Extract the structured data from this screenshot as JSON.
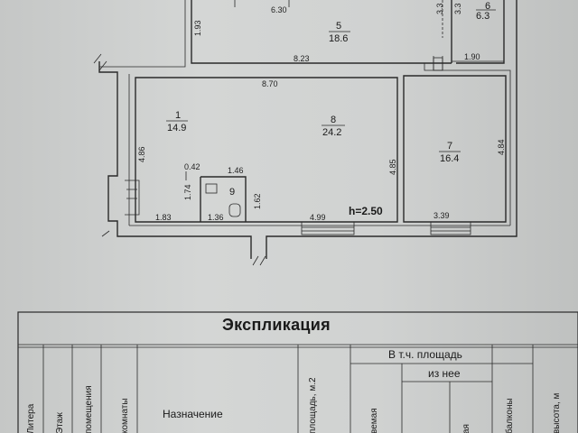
{
  "plan": {
    "dimensions": {
      "top_630": "6.30",
      "room5_height": "1.93",
      "room5_width": "8.23",
      "room6_h1": "3.3",
      "room6_h2": "3.3",
      "room6_w": "1.90",
      "top_870": "8.70",
      "left_486": "4.86",
      "d_042": "0.42",
      "d_146": "1.46",
      "d_174": "1.74",
      "d_162": "1.62",
      "d_183": "1.83",
      "d_136": "1.36",
      "d_485": "4.85",
      "d_499": "4.99",
      "d_339": "3.39",
      "d_484": "4.84"
    },
    "rooms": [
      {
        "number": "5",
        "area": "18.6"
      },
      {
        "number": "6",
        "area": "6.3"
      },
      {
        "number": "1",
        "area": "14.9"
      },
      {
        "number": "8",
        "area": "24.2"
      },
      {
        "number": "7",
        "area": "16.4"
      },
      {
        "number": "9",
        "area": ""
      }
    ],
    "ceiling_height": "h=2.50"
  },
  "table": {
    "title": "Экспликация",
    "group_header": "В т.ч. площадь",
    "sub_header": "из нее",
    "columns": [
      "Литера",
      "Этаж",
      "помещения",
      "комнаты",
      "Назначение",
      "площадь, м.2",
      "вемая",
      "ая",
      "балконы",
      "высота, м"
    ]
  }
}
